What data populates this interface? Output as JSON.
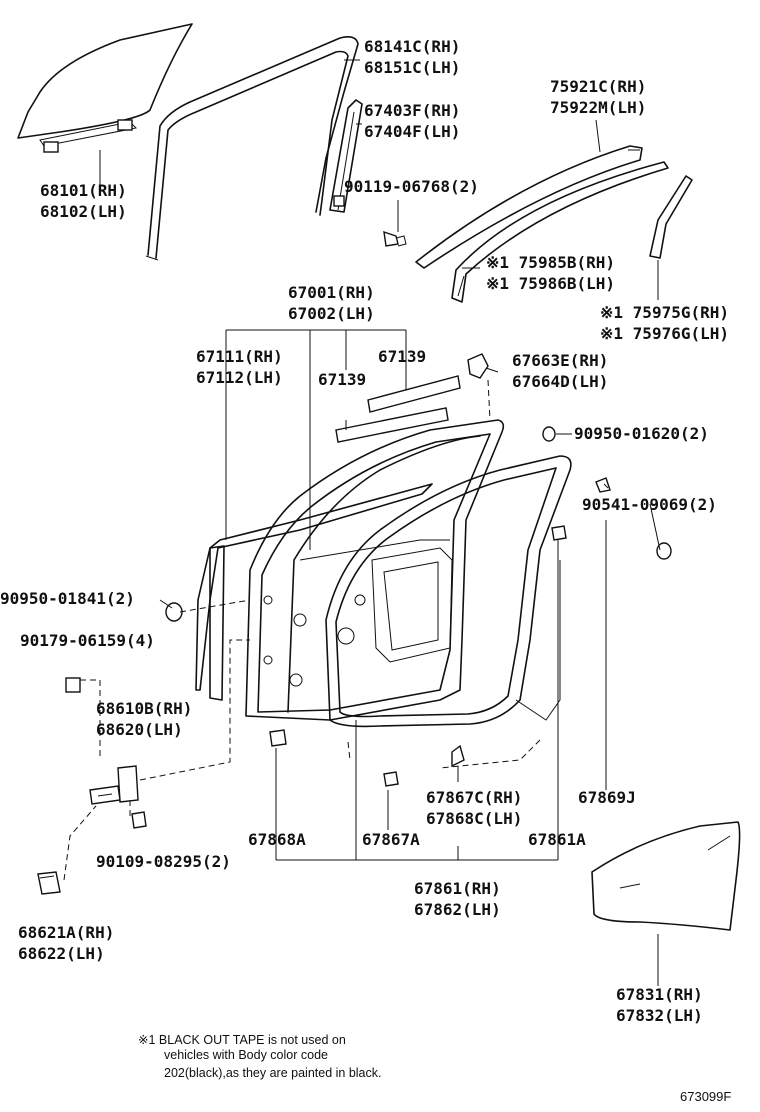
{
  "diagram_code": "673099F",
  "note": {
    "line1": "※1 BLACK OUT TAPE is not used on",
    "line2": "vehicles with Body color code",
    "line3": "202(black),as they are painted in black."
  },
  "callouts": {
    "c68141": [
      "68141C(RH)",
      "68151C(LH)"
    ],
    "c67403": [
      "67403F(RH)",
      "67404F(LH)"
    ],
    "c75921": [
      "75921C(RH)",
      "75922M(LH)"
    ],
    "c68101": [
      "68101(RH)",
      "68102(LH)"
    ],
    "c90119": [
      "90119-06768(2)"
    ],
    "c75985": [
      "※1 75985B(RH)",
      "※1 75986B(LH)"
    ],
    "c75975": [
      "※1 75975G(RH)",
      "※1 75976G(LH)"
    ],
    "c67001": [
      "67001(RH)",
      "67002(LH)"
    ],
    "c67111": [
      "67111(RH)",
      "67112(LH)"
    ],
    "c67139a": [
      "67139"
    ],
    "c67139b": [
      "67139"
    ],
    "c67663": [
      "67663E(RH)",
      "67664D(LH)"
    ],
    "c90950a": [
      "90950-01620(2)"
    ],
    "c90541": [
      "90541-09069(2)"
    ],
    "c90950b": [
      "90950-01841(2)"
    ],
    "c90179": [
      "90179-06159(4)"
    ],
    "c68610": [
      "68610B(RH)",
      "68620(LH)"
    ],
    "c67867c": [
      "67867C(RH)",
      "67868C(LH)"
    ],
    "c67869j": [
      "67869J"
    ],
    "c67868a": [
      "67868A"
    ],
    "c67867a": [
      "67867A"
    ],
    "c67861a": [
      "67861A"
    ],
    "c90109": [
      "90109-08295(2)"
    ],
    "c67861": [
      "67861(RH)",
      "67862(LH)"
    ],
    "c68621": [
      "68621A(RH)",
      "68622(LH)"
    ],
    "c67831": [
      "67831(RH)",
      "67832(LH)"
    ]
  }
}
